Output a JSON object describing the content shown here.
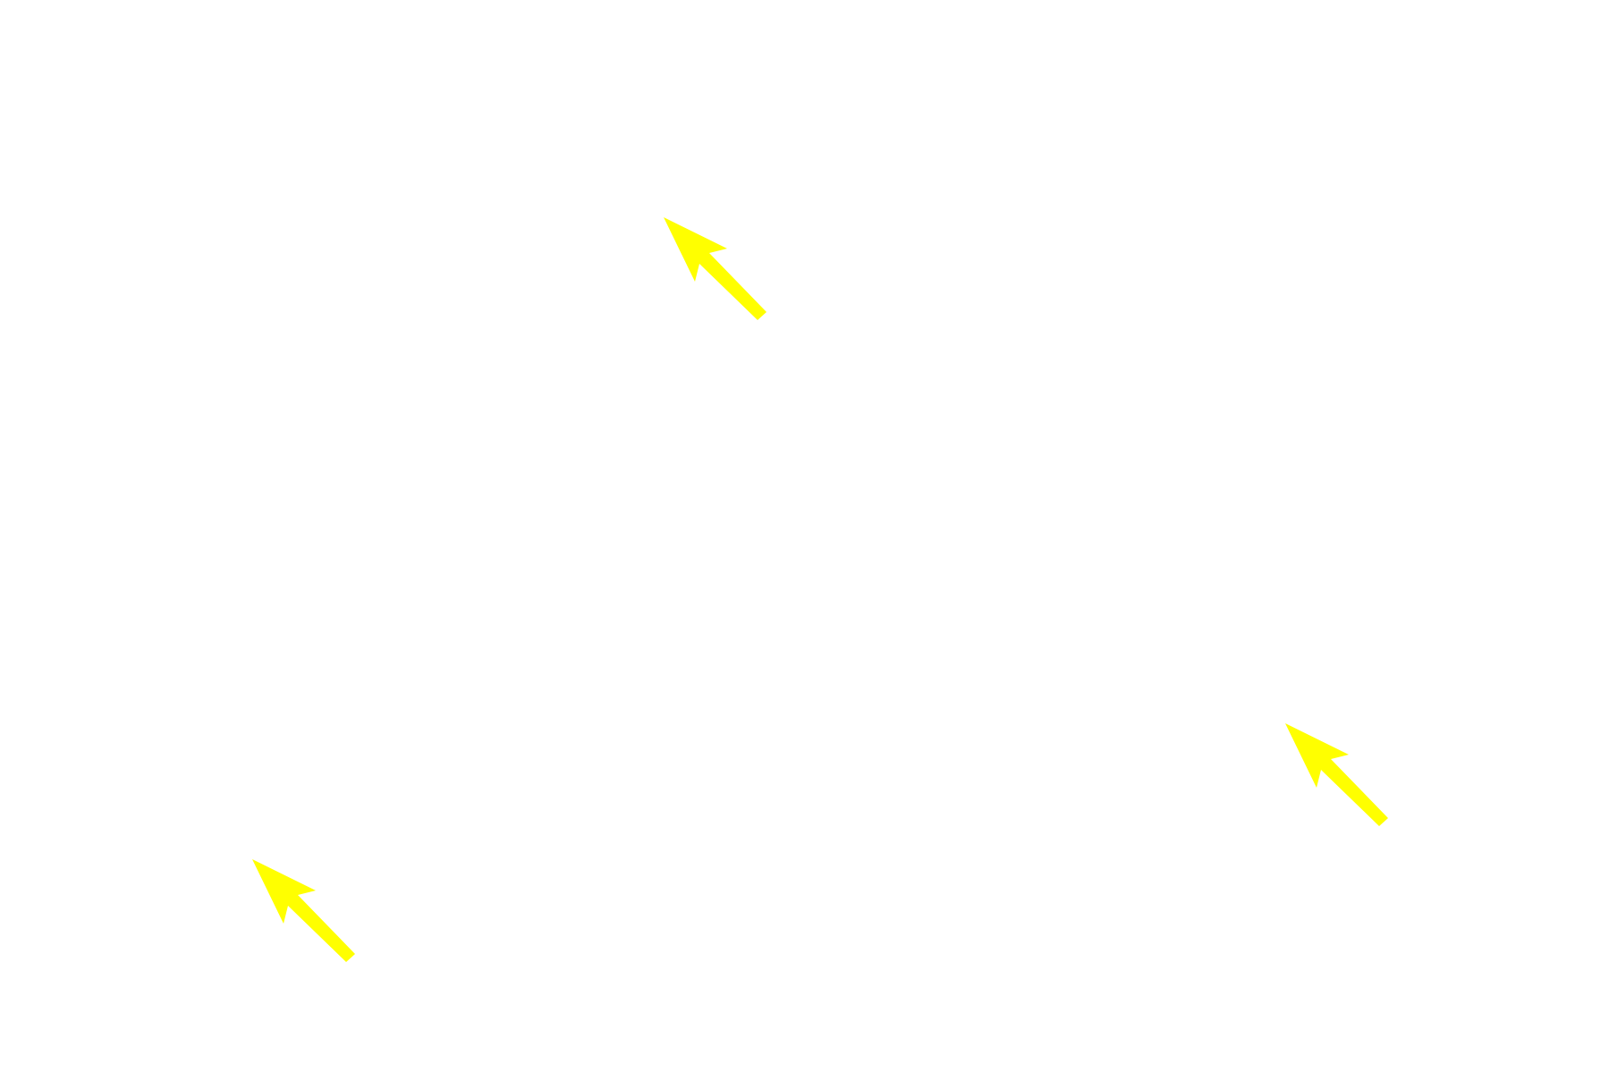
{
  "background_color": "#ffffff",
  "arrow_color": "#ffff00",
  "arrows": [
    {
      "name": "arrow-top",
      "direction": "up-left"
    },
    {
      "name": "arrow-right",
      "direction": "up-left"
    },
    {
      "name": "arrow-bottom-left",
      "direction": "up-left"
    }
  ]
}
